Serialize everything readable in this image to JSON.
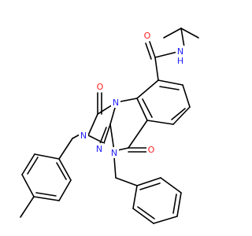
{
  "colors": {
    "bond": "#000000",
    "N": "#2323ff",
    "O": "#ff2020"
  },
  "atoms": [
    {
      "label": "O",
      "element": "O"
    },
    {
      "label": "H",
      "element": "N"
    },
    {
      "label": "N",
      "element": "N"
    },
    {
      "label": "O",
      "element": "O"
    },
    {
      "label": "N",
      "element": "N"
    },
    {
      "label": "N",
      "element": "N"
    },
    {
      "label": "N",
      "element": "N"
    },
    {
      "label": "O",
      "element": "O"
    },
    {
      "label": "N",
      "element": "N"
    }
  ]
}
